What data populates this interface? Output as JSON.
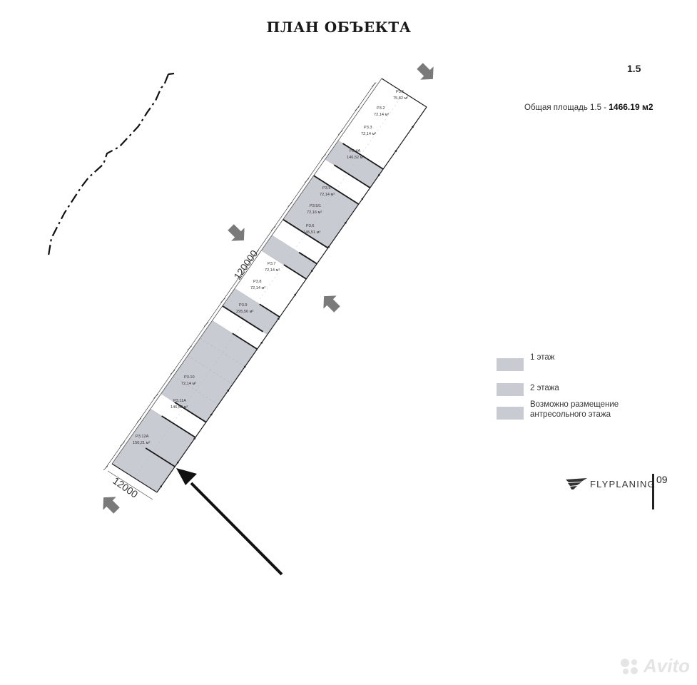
{
  "title": "ПЛАН ОБЪЕКТА",
  "section_number": "1.5",
  "total_area": {
    "label": "Общая площадь 1.5 - ",
    "value": "1466.19 м2"
  },
  "dimensions": {
    "length": "120000",
    "width": "12000"
  },
  "units": [
    {
      "code": "Р3.1",
      "area": "75,82 м²"
    },
    {
      "code": "Р3.2",
      "area": "72,14 м²"
    },
    {
      "code": "Р3.3",
      "area": "72,14 м²"
    },
    {
      "code": "Р3.4А",
      "area": "146,52 м²"
    },
    {
      "code": "Р3.5",
      "area": "72,14 м²"
    },
    {
      "code": "Р3.5/1",
      "area": "72,16 м²"
    },
    {
      "code": "Р3.6",
      "area": "145,51 м²"
    },
    {
      "code": "Р3.7",
      "area": "72,14 м²"
    },
    {
      "code": "Р3.8",
      "area": "72,14 м²"
    },
    {
      "code": "Р3.9",
      "area": "295,56 м²"
    },
    {
      "code": "Р3.10",
      "area": "72,14 м²"
    },
    {
      "code": "Р3.11А",
      "area": "146,52 м²"
    },
    {
      "code": "Р3.12А",
      "area": "150,21 м²"
    }
  ],
  "legend": [
    {
      "label": "1 этаж"
    },
    {
      "label": "2 этажа"
    },
    {
      "label": "Возможно размещение антресольного этажа"
    }
  ],
  "brand": {
    "name": "FLYPLANING",
    "page_number": "09"
  },
  "watermark": "Avito",
  "colors": {
    "shaded_unit": "#c8cbd2",
    "outline": "#1a1a1a",
    "arrow": "#7a7a7a"
  }
}
